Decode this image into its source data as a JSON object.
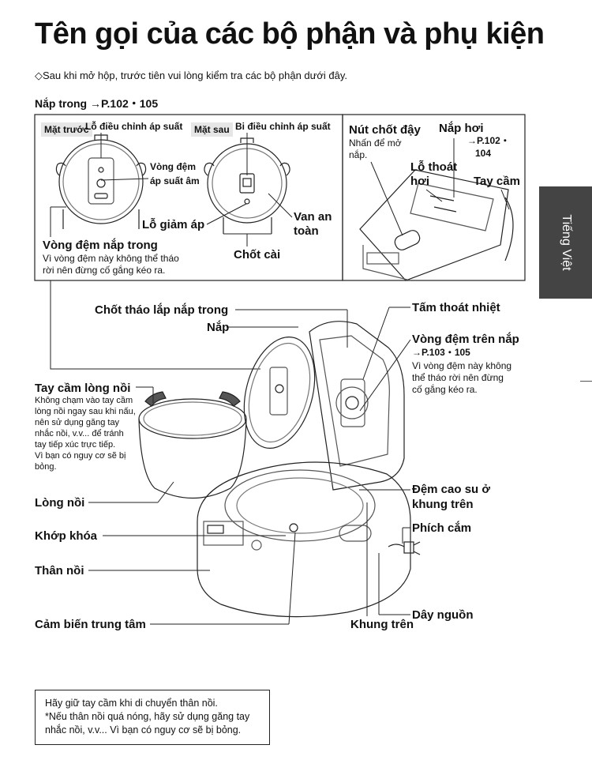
{
  "title": "Tên gọi của các bộ phận và phụ kiện",
  "intro": "◇Sau khi mở hộp, trước tiên vui lòng kiểm tra các bộ phận dưới đây.",
  "section_inner_lid": "Nắp trong →P.102・105",
  "side_tab": "Tiếng Việt",
  "inner_lid_box": {
    "front_tag": "Mặt trước",
    "back_tag": "Mặt sau",
    "pressure_adjust_hole": "Lỗ điều chỉnh áp suất",
    "pressure_ball": "Bi điều chỉnh áp suất",
    "negative_pressure_gasket_1": "Vòng đệm",
    "negative_pressure_gasket_2": "áp suất âm",
    "pressure_relief_hole": "Lỗ giảm áp",
    "safety_valve_1": "Van an",
    "safety_valve_2": "toàn",
    "latch": "Chốt cài",
    "inner_lid_gasket": "Vòng đệm nắp trong",
    "inner_lid_gasket_note_1": "Vì vòng đệm này không thể tháo",
    "inner_lid_gasket_note_2": "rời nên đừng cố gắng kéo ra."
  },
  "top_box": {
    "push_button": "Nút chốt đậy",
    "push_button_note_1": "Nhấn để mở",
    "push_button_note_2": "nắp.",
    "steam_cap": "Nắp hơi",
    "steam_cap_ref_1": "→P.102・",
    "steam_cap_ref_2": "104",
    "steam_vent_1": "Lỗ thoát",
    "steam_vent_2": "hơi",
    "handle": "Tay cầm"
  },
  "labels": {
    "inner_lid_release": "Chốt tháo lắp nắp trong",
    "heat_shield": "Tấm thoát nhiệt",
    "lid": "Nắp",
    "lid_gasket": "Vòng đệm trên nắp",
    "lid_gasket_ref": "→P.103・105",
    "lid_gasket_note_1": "Vì vòng đệm này không",
    "lid_gasket_note_2": "thể tháo rời nên đừng",
    "lid_gasket_note_3": "cố gắng kéo ra.",
    "pot_handle": "Tay cầm lòng nồi",
    "pot_handle_note_1": "Không chạm vào tay cầm",
    "pot_handle_note_2": "lòng nồi ngay sau khi nấu,",
    "pot_handle_note_3": "nên sử dụng găng tay",
    "pot_handle_note_4": "nhắc nồi, v.v... để tránh",
    "pot_handle_note_5": "tay tiếp xúc trực tiếp.",
    "pot_handle_note_6": "Vì bạn có nguy cơ sẽ bị",
    "pot_handle_note_7": "bỏng.",
    "inner_pot": "Lòng nồi",
    "rubber_gasket_1": "Đệm cao su ở",
    "rubber_gasket_2": "khung trên",
    "plug": "Phích cắm",
    "hook": "Khớp khóa",
    "body": "Thân nồi",
    "power_cord": "Dây nguồn",
    "center_sensor": "Cảm biến trung tâm",
    "upper_frame": "Khung trên"
  },
  "bottom_note": {
    "line1": "Hãy giữ tay cầm khi di chuyển thân nồi.",
    "line2": "*Nếu thân nồi quá nóng, hãy sử dụng găng tay",
    "line3": "nhắc nồi, v.v... Vì bạn có nguy cơ sẽ bị bỏng."
  }
}
